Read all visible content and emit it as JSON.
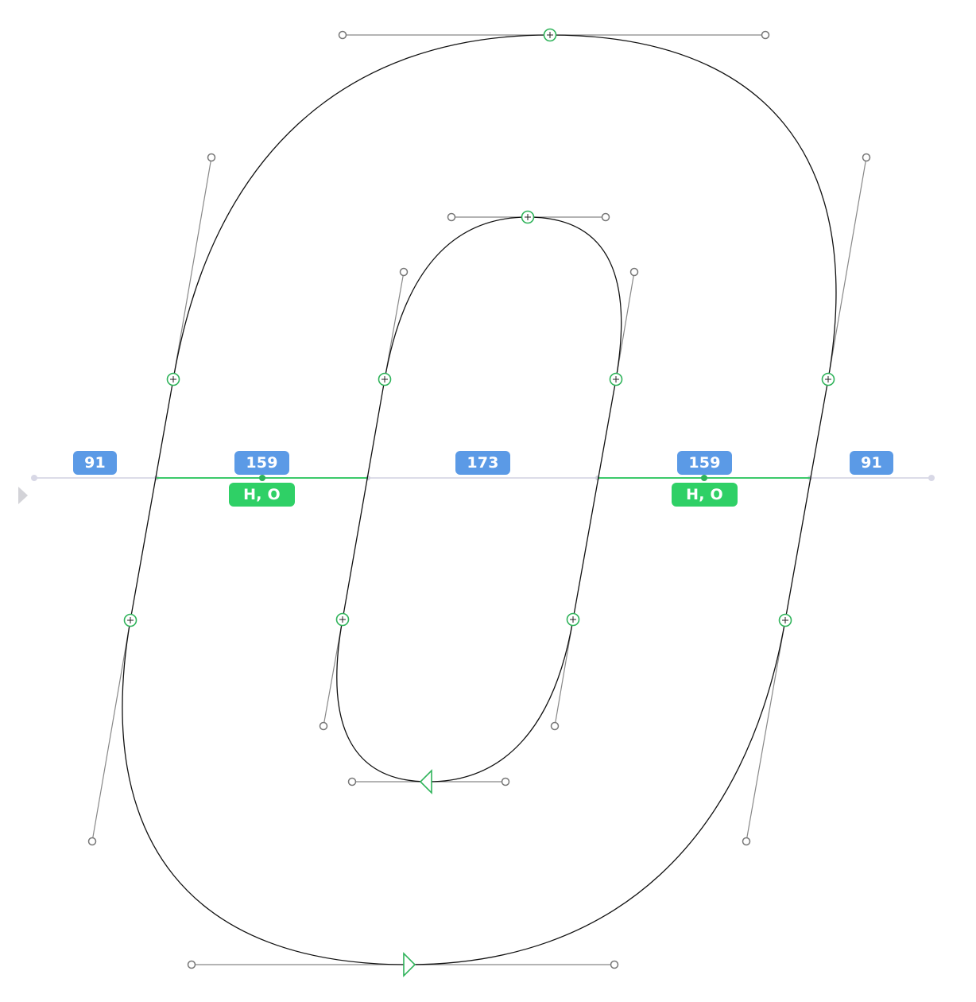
{
  "editor": {
    "measurement_labels": {
      "sb_left": "91",
      "stem_left": "159",
      "counter": "173",
      "stem_right": "159",
      "sb_right": "91"
    },
    "metric_keys": {
      "left": "H, O",
      "right": "H, O"
    }
  },
  "colors": {
    "outline": "#111111",
    "node": "#2fb35a",
    "handle": "#777777",
    "measure_badge": "#5b9ae6",
    "metric_badge": "#2fd066",
    "measure_line": "#dcdce8",
    "metric_line": "#3cc96a",
    "arrow": "#d3d3d8"
  }
}
